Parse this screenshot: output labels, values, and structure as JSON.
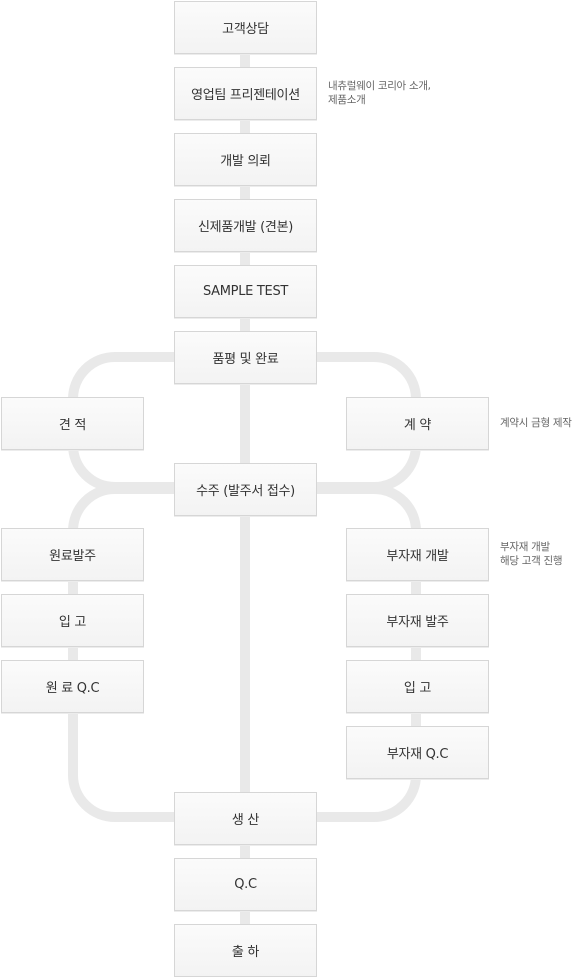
{
  "steps": {
    "consult": "고객상담",
    "presentation": "영업팀 프리젠테이션",
    "development_request": "개발 의뢰",
    "new_product": "신제품개발 (견본)",
    "sample_test": "SAMPLE TEST",
    "evaluation": "품평 및 완료",
    "estimate": "견 적",
    "contract": "계 약",
    "order_receipt": "수주 (발주서 접수)",
    "raw_order": "원료발주",
    "raw_receiving": "입 고",
    "raw_qc": "원 료 Q.C",
    "material_dev": "부자재 개발",
    "material_order": "부자재 발주",
    "material_receiving": "입 고",
    "material_qc": "부자재 Q.C",
    "production": "생 산",
    "qc": "Q.C",
    "shipment": "출 하"
  },
  "notes": {
    "presentation_line1": "내츄럴웨이 코리아 소개,",
    "presentation_line2": "제품소개",
    "contract": "계약시 금형 제작",
    "material_line1": "부자재 개발",
    "material_line2": "해당 고객 진행"
  },
  "colors": {
    "connector": "#e9e9e9",
    "box_border": "#d6d6d6",
    "text": "#333333",
    "note_text": "#666666"
  }
}
